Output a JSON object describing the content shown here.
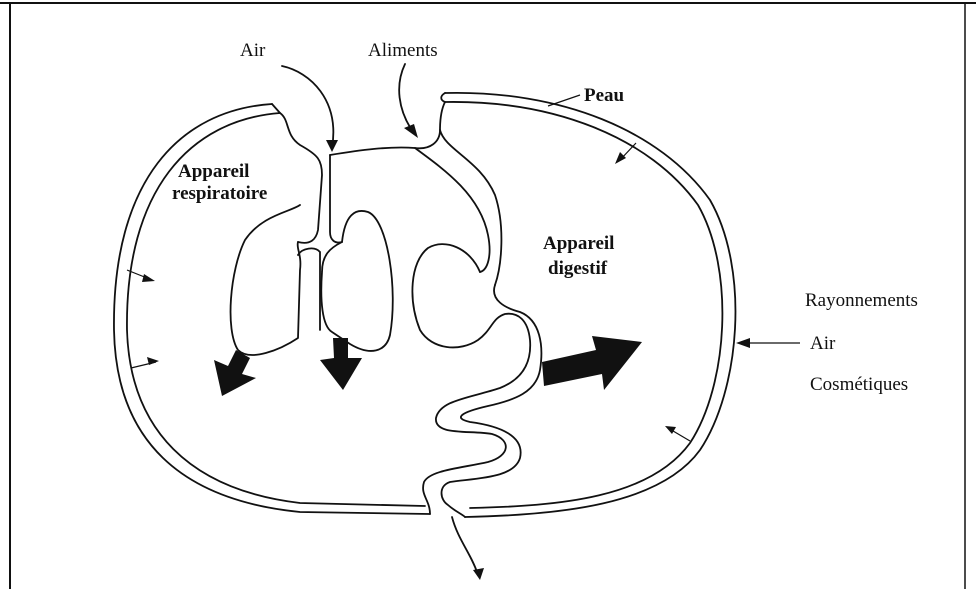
{
  "labels": {
    "air_top": "Air",
    "aliments": "Aliments",
    "peau": "Peau",
    "appareil_respiratoire_line1": "Appareil",
    "appareil_respiratoire_line2": "respiratoire",
    "appareil_digestif_line1": "Appareil",
    "appareil_digestif_line2": "digestif",
    "rayonnements": "Rayonnements",
    "air_right": "Air",
    "cosmetiques": "Cosmétiques"
  },
  "colors": {
    "ink": "#111111",
    "background": "#ffffff"
  }
}
